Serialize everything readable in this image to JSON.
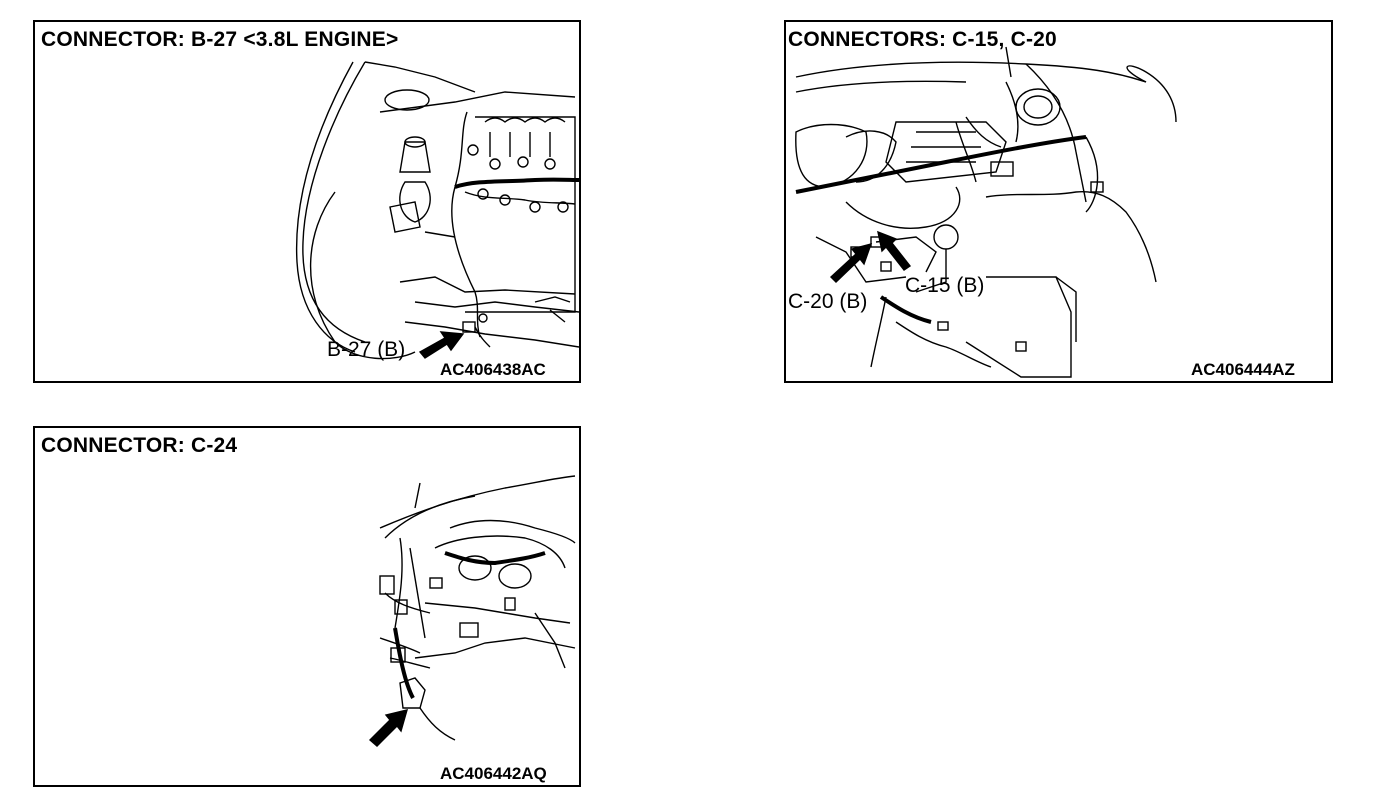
{
  "panels": [
    {
      "title": "CONNECTOR: B-27 <3.8L ENGINE>",
      "code": "AC406438AC",
      "callouts": [
        "B-27 (B)"
      ],
      "illustration": "engine-bay-illustration"
    },
    {
      "title": "CONNECTORS: C-15, C-20",
      "code": "AC406444AZ",
      "callouts": [
        "C-15 (B)",
        "C-20 (B)"
      ],
      "illustration": "instrument-panel-illustration"
    },
    {
      "title": "CONNECTOR: C-24",
      "code": "AC406442AQ",
      "callouts": [],
      "illustration": "dashboard-harness-illustration"
    }
  ]
}
